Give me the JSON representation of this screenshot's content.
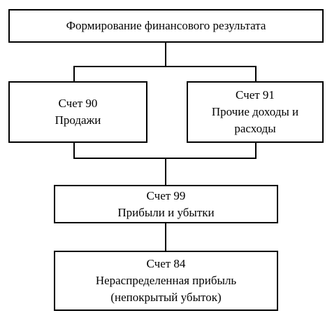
{
  "diagram": {
    "top": {
      "text": "Формирование финансового результата"
    },
    "account_90": {
      "line1": "Счет 90",
      "line2": "Продажи"
    },
    "account_91": {
      "line1": "Счет 91",
      "line2": "Прочие доходы и",
      "line3": "расходы"
    },
    "account_99": {
      "line1": "Счет 99",
      "line2": "Прибыли и убытки"
    },
    "account_84": {
      "line1": "Счет 84",
      "line2": "Нераспределенная прибыль",
      "line3": "(непокрытый убыток)"
    }
  }
}
